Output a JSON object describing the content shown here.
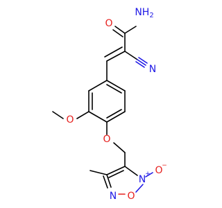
{
  "molecule": {
    "atoms": {
      "amide_nitrogen": "NH",
      "amide_nitrogen_h2_sub": "2",
      "amide_oxygen": "O",
      "nitrile_nitrogen": "N",
      "methoxy_oxygen": "O",
      "ether_oxygen": "O",
      "ring_n_plus": "N",
      "n_plus_charge": "+",
      "n_oxide_oxygen": "O",
      "n_oxide_charge": "−",
      "ring_oxygen": "O",
      "ring_n": "N"
    },
    "colors": {
      "carbon_bond": "#000000",
      "nitrogen": "#1e18e6",
      "oxygen": "#e6201e"
    }
  }
}
